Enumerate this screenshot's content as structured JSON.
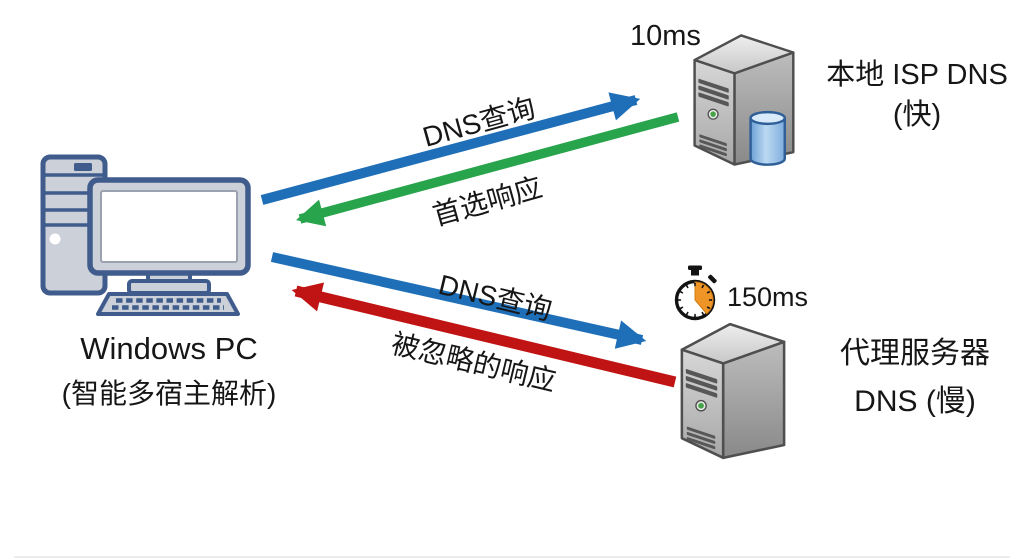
{
  "diagram_title": "DNS resolution race diagram",
  "colors": {
    "blue": "#1f6fb8",
    "green": "#28a44c",
    "red": "#c01414",
    "pc_outline": "#3f5c8c",
    "server_outline": "#4f4f4f",
    "stopwatch_orange": "#ef9426"
  },
  "pc": {
    "name": "Windows PC",
    "subtitle": "(智能多宿主解析)"
  },
  "isp_dns": {
    "latency": "10ms",
    "label_line1": "本地 ISP DNS",
    "label_line2": "(快)"
  },
  "proxy_dns": {
    "latency": "150ms",
    "label_line1": "代理服务器",
    "label_line2": "DNS (慢)"
  },
  "arrows": {
    "query_to_isp": {
      "label": "DNS查询",
      "color_name": "blue",
      "direction": "pc-to-isp-dns"
    },
    "preferred_response": {
      "label": "首选响应",
      "color_name": "green",
      "direction": "isp-dns-to-pc"
    },
    "query_to_proxy": {
      "label": "DNS查询",
      "color_name": "blue",
      "direction": "pc-to-proxy-dns"
    },
    "ignored_response": {
      "label": "被忽略的响应",
      "color_name": "red",
      "direction": "proxy-dns-to-pc"
    }
  },
  "icons": {
    "pc": "desktop-computer-icon",
    "isp_server": "server-tower-icon",
    "proxy_server": "server-tower-icon",
    "database": "database-cylinder-icon",
    "stopwatch": "stopwatch-icon"
  }
}
